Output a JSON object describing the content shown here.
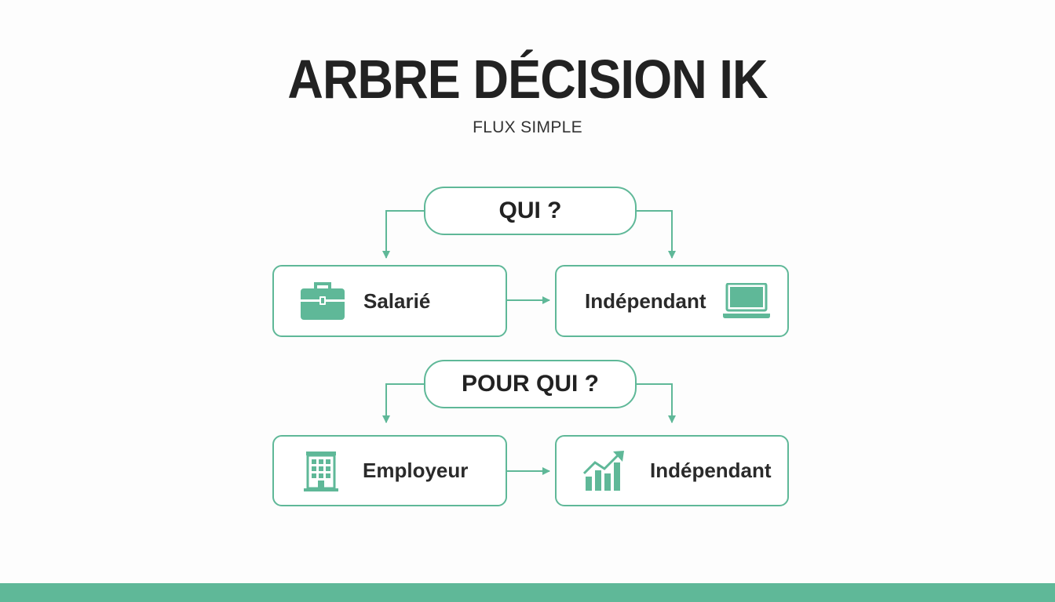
{
  "title": "ARBRE DÉCISION IK",
  "subtitle": "FLUX SIMPLE",
  "colors": {
    "accent": "#5fb898",
    "text": "#222222",
    "background": "#fdfdfd"
  },
  "level1": {
    "question": "QUI ?",
    "left": {
      "label": "Salarié",
      "icon": "briefcase-icon"
    },
    "right": {
      "label": "Indépendant",
      "icon": "laptop-icon"
    }
  },
  "level2": {
    "question": "POUR QUI ?",
    "left": {
      "label": "Employeur",
      "icon": "building-icon"
    },
    "right": {
      "label": "Indépendant",
      "icon": "growth-chart-icon"
    }
  }
}
